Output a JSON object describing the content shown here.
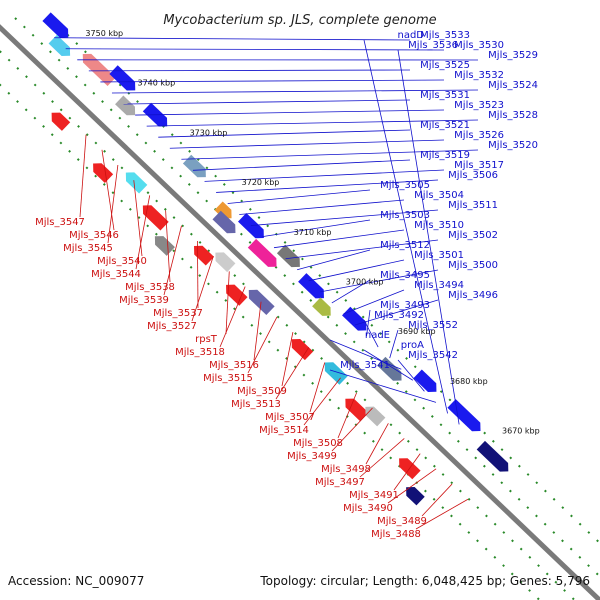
{
  "title": "Mycobacterium sp. JLS, complete genome",
  "footer": {
    "accession": "Accession: NC_009077",
    "summary": "Topology: circular; Length: 6,048,425 bp; Genes: 5,796"
  },
  "scale_labels": [
    "3750 kbp",
    "3740 kbp",
    "3730 kbp",
    "3720 kbp",
    "3710 kbp",
    "3700 kbp",
    "3690 kbp",
    "3680 kbp",
    "3670 kbp"
  ],
  "top_labels": [
    "Mjls_3533",
    "Mjls_3530",
    "Mjls_3529",
    "Mjls_3525",
    "Mjls_3532",
    "Mjls_3524",
    "Mjls_3531",
    "Mjls_3523",
    "Mjls_3528",
    "Mjls_3521",
    "Mjls_3526",
    "Mjls_3520",
    "Mjls_3519",
    "Mjls_3517",
    "Mjls_3506",
    "Mjls_3505",
    "Mjls_3504",
    "Mjls_3511",
    "Mjls_3503",
    "Mjls_3510",
    "Mjls_3502",
    "Mjls_3512",
    "Mjls_3501",
    "Mjls_3500",
    "Mjls_3495",
    "Mjls_3494",
    "Mjls_3496",
    "Mjls_3493",
    "Mjls_3492",
    "Mjls_3552",
    "nadE",
    "proA",
    "Mjls_3542",
    "Mjls_3541",
    "nadD",
    "Mjls_3536"
  ],
  "bottom_labels": [
    "Mjls_3547",
    "Mjls_3546",
    "Mjls_3545",
    "Mjls_3540",
    "Mjls_3544",
    "Mjls_3538",
    "Mjls_3539",
    "Mjls_3537",
    "Mjls_3527",
    "rpsT",
    "Mjls_3518",
    "Mjls_3516",
    "Mjls_3515",
    "Mjls_3509",
    "Mjls_3513",
    "Mjls_3507",
    "Mjls_3514",
    "Mjls_3508",
    "Mjls_3499",
    "Mjls_3498",
    "Mjls_3497",
    "Mjls_3491",
    "Mjls_3490",
    "Mjls_3489",
    "Mjls_3488"
  ],
  "colors": {
    "backbone": "#7a7a7a",
    "forward_genes": "#1a1aee",
    "reverse_genes": "#ee1111",
    "top_label": "#1010cc",
    "bottom_label": "#cc1010",
    "tick_dots": "#2a8a2a"
  }
}
